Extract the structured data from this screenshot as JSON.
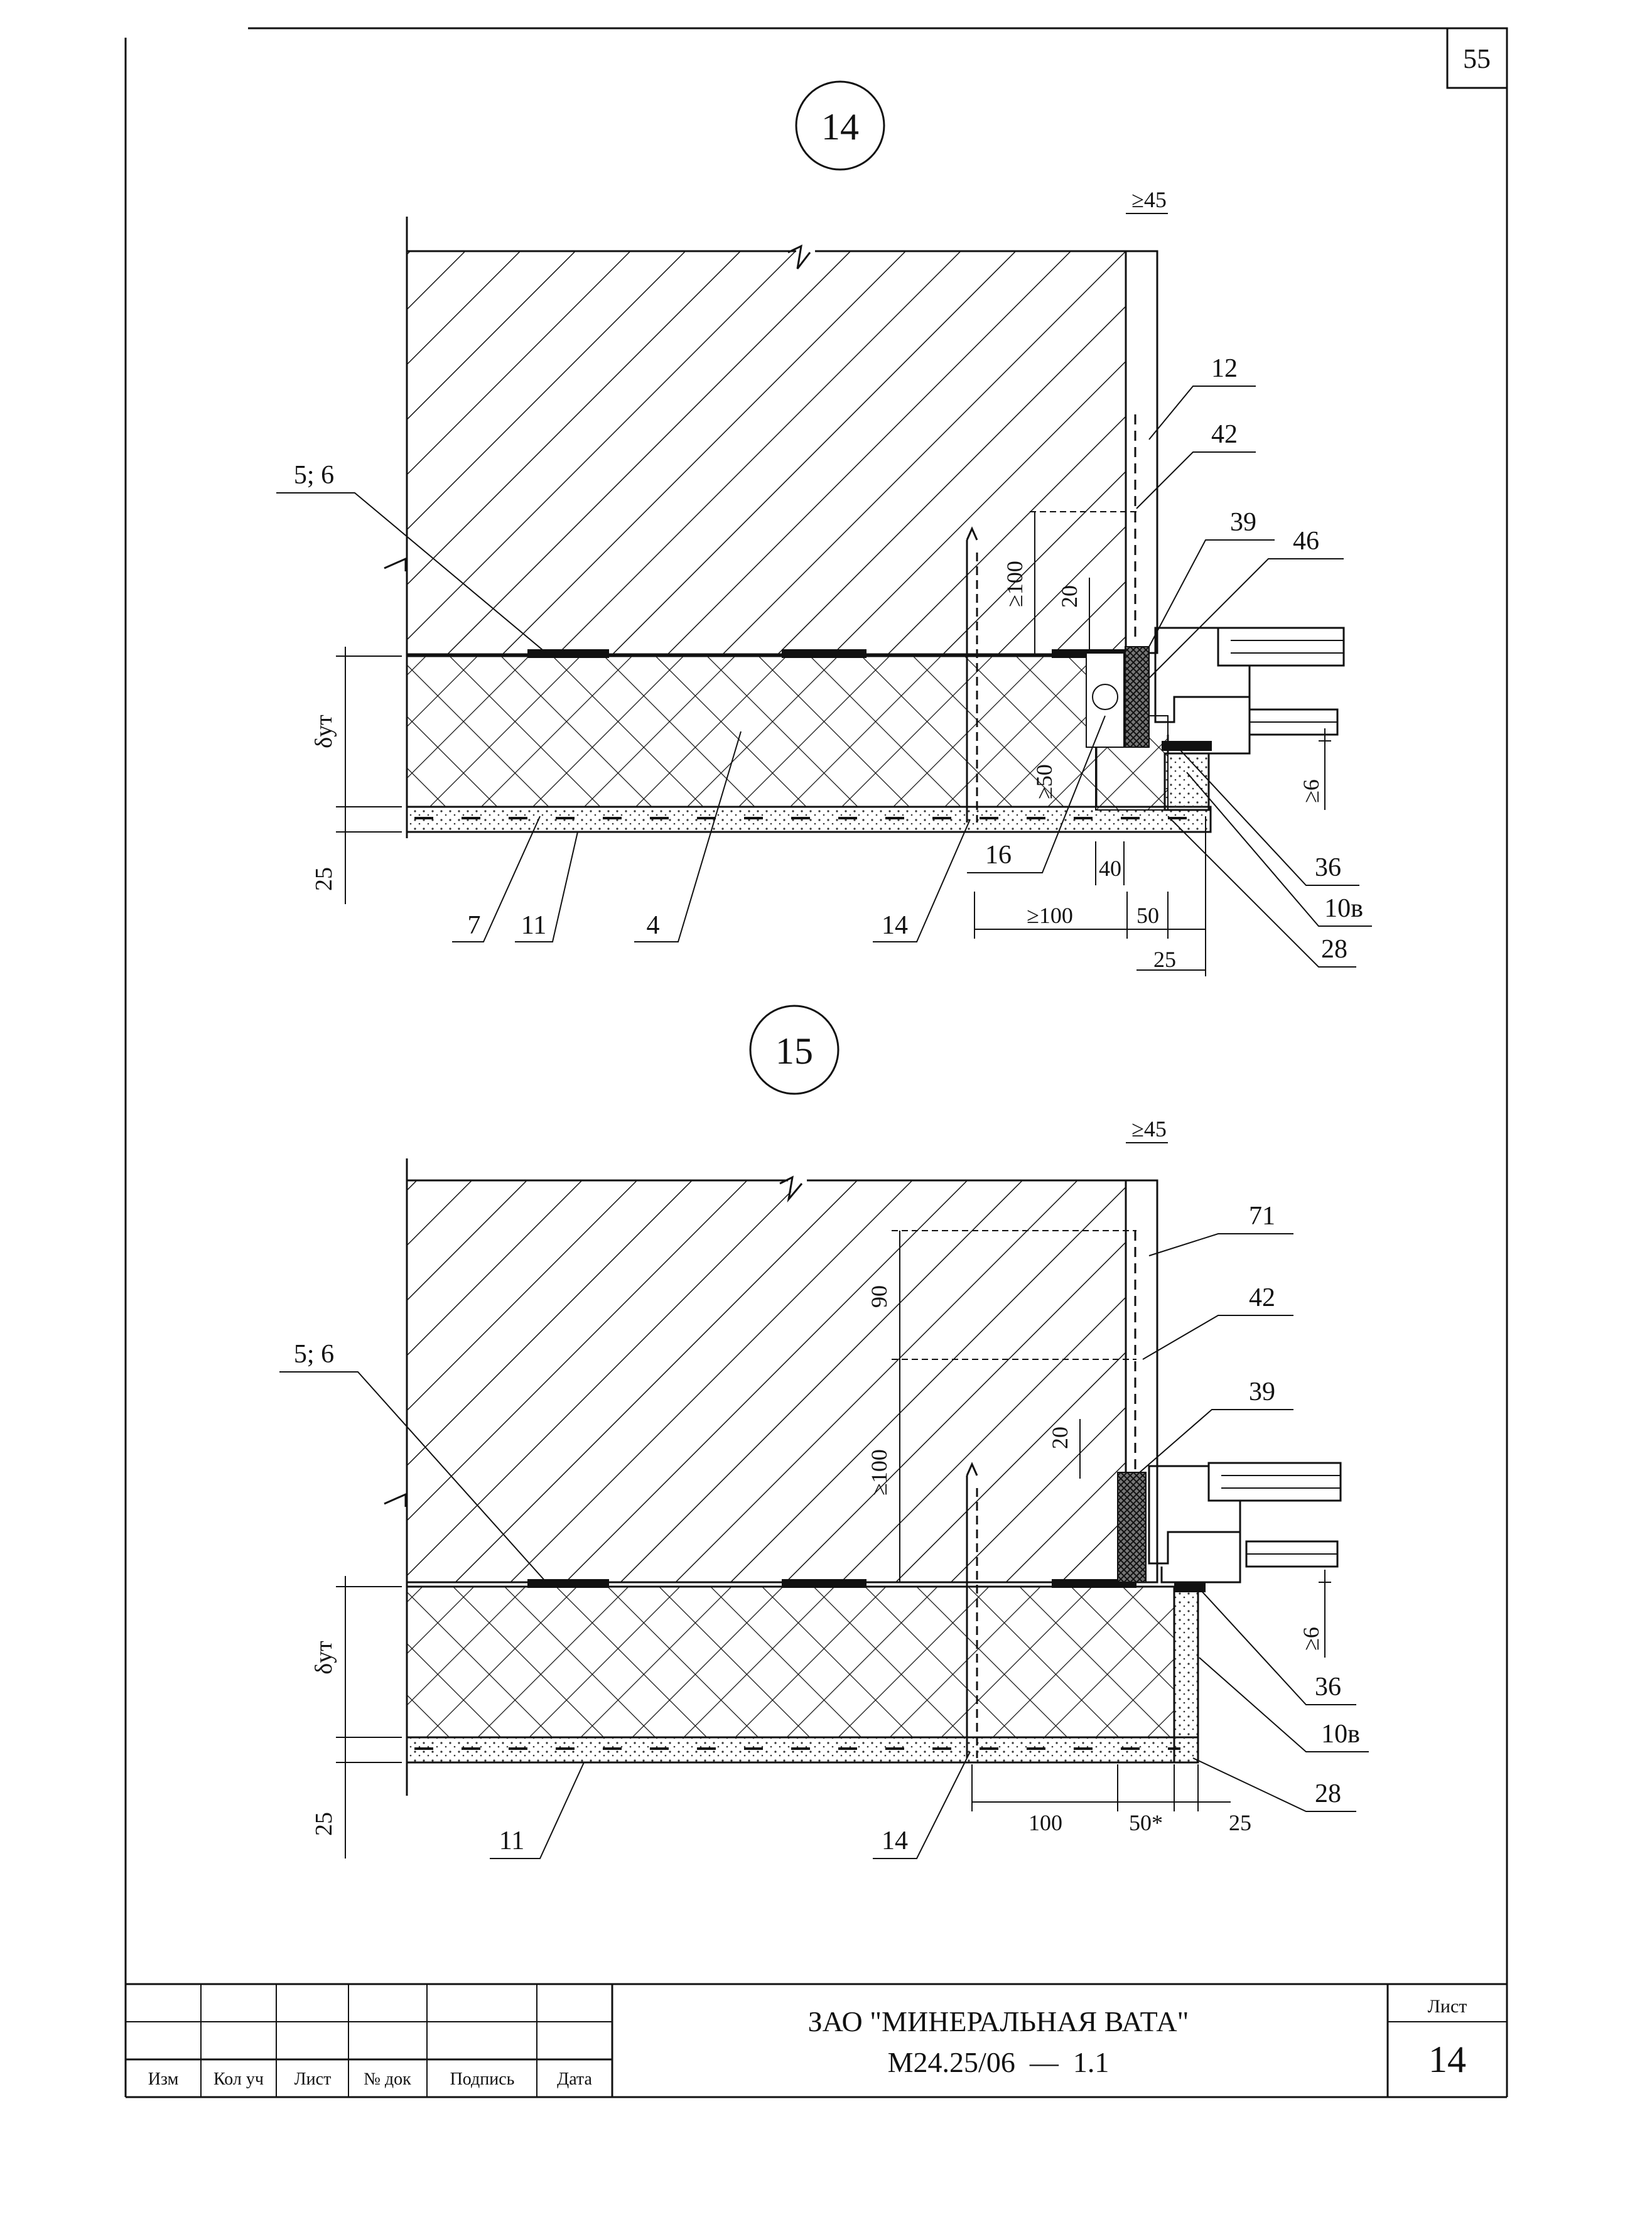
{
  "page": {
    "sheet_number": "55"
  },
  "details": [
    {
      "number": "14",
      "dimensions": {
        "min_45": "≥45",
        "min_100": "≥100",
        "d20": "20",
        "min_50": "≥50",
        "d40": "40",
        "min_100_bottom": "≥100",
        "d50": "50",
        "d25_right": "25",
        "min_6": "≥6",
        "thickness": "δут",
        "d25_left": "25"
      },
      "callouts": {
        "c12": "12",
        "c42": "42",
        "c56": "5; 6",
        "c39": "39",
        "c46": "46",
        "c36": "36",
        "c16": "16",
        "c10v": "10в",
        "c28": "28",
        "c7": "7",
        "c11": "11",
        "c4": "4",
        "c14": "14"
      }
    },
    {
      "number": "15",
      "dimensions": {
        "min_45": "≥45",
        "d90": "90",
        "min_100": "≥100",
        "d20": "20",
        "min_6": "≥6",
        "thickness": "δут",
        "d25_left": "25",
        "d100": "100",
        "d50s": "50*",
        "d25_right": "25"
      },
      "callouts": {
        "c71": "71",
        "c42": "42",
        "c56": "5; 6",
        "c39": "39",
        "c36": "36",
        "c10v": "10в",
        "c28": "28",
        "c11": "11",
        "c14": "14"
      }
    }
  ],
  "title_block": {
    "headers": [
      "Изм",
      "Кол уч",
      "Лист",
      "№ док",
      "Подпись",
      "Дата"
    ],
    "company": "ЗАО \"МИНЕРАЛЬНАЯ ВАТА\"",
    "document_code": "М24.25/06  —  1.1",
    "sheet_label": "Лист",
    "sheet_value": "14"
  }
}
